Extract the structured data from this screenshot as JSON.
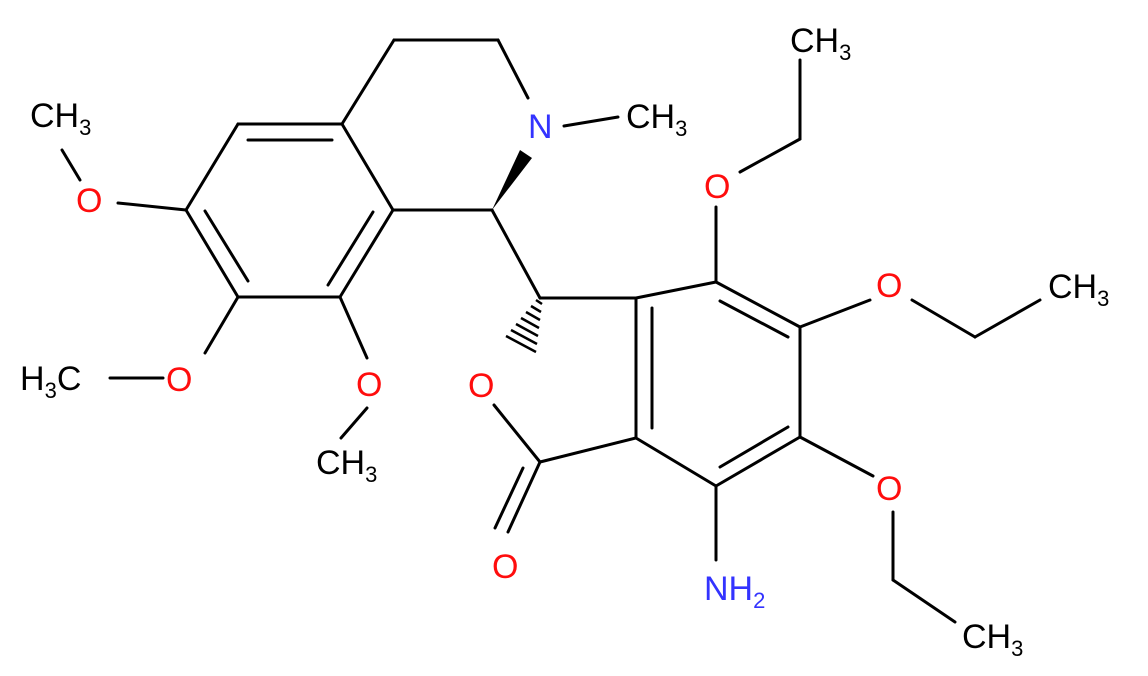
{
  "molecule": {
    "atom_labels": [
      {
        "id": "me_top_right",
        "text": "CH",
        "sub": "3",
        "color": "black"
      },
      {
        "id": "n_ring",
        "text": "N",
        "color": "blue"
      },
      {
        "id": "me_n",
        "text": "CH",
        "sub": "3",
        "color": "black"
      },
      {
        "id": "me_left_top",
        "text": "CH",
        "sub": "3",
        "color": "black"
      },
      {
        "id": "o_left_top",
        "text": "O",
        "color": "red"
      },
      {
        "id": "me_left_mid",
        "text": "H",
        "sub": "3",
        "tail": "C",
        "color": "black"
      },
      {
        "id": "o_left_mid",
        "text": "O",
        "color": "red"
      },
      {
        "id": "o_left_bot",
        "text": "O",
        "color": "red"
      },
      {
        "id": "me_left_bot",
        "text": "CH",
        "sub": "3",
        "color": "black"
      },
      {
        "id": "o_ethoxy_top",
        "text": "O",
        "color": "red"
      },
      {
        "id": "o_ethoxy_mid",
        "text": "O",
        "color": "red"
      },
      {
        "id": "me_ethoxy_mid",
        "text": "CH",
        "sub": "3",
        "color": "black"
      },
      {
        "id": "o_ring",
        "text": "O",
        "color": "red"
      },
      {
        "id": "o_carbonyl",
        "text": "O",
        "color": "red"
      },
      {
        "id": "o_ethoxy_bot",
        "text": "O",
        "color": "red"
      },
      {
        "id": "nh2",
        "text": "NH",
        "sub": "2",
        "color": "blue"
      },
      {
        "id": "me_ethoxy_bot",
        "text": "CH",
        "sub": "3",
        "color": "black"
      }
    ],
    "colors": {
      "carbon": "#000000",
      "nitrogen": "#3333ff",
      "oxygen": "#ff0d0d",
      "background": "#ffffff"
    }
  }
}
